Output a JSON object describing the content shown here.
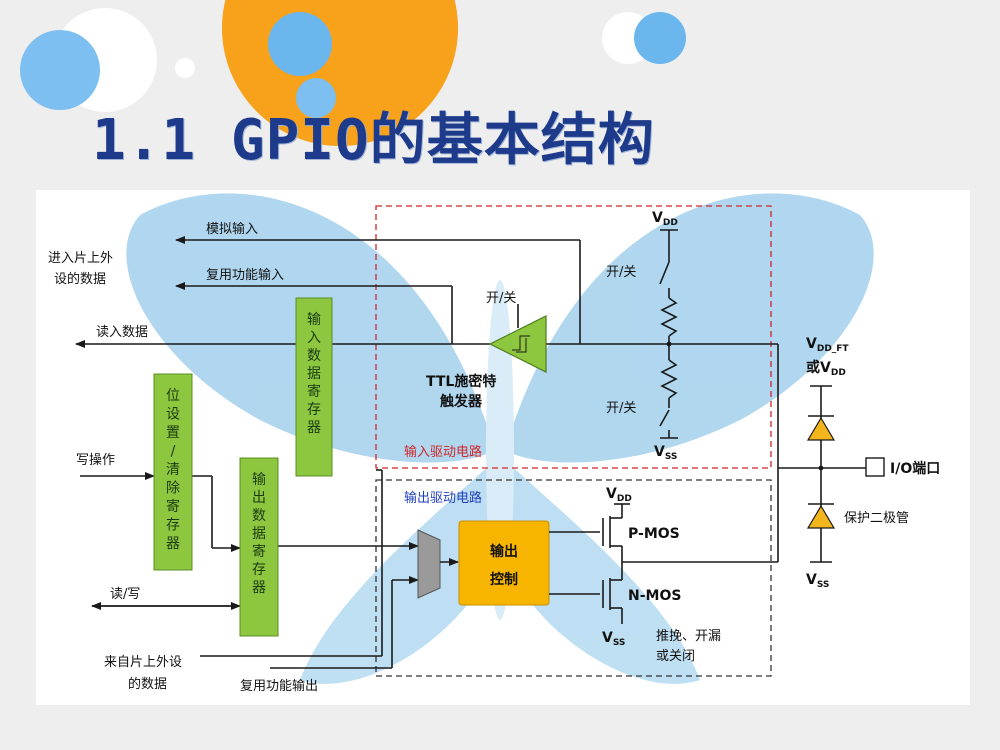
{
  "slide": {
    "title": "1.1 GPIO的基本结构"
  },
  "diagram": {
    "labels": {
      "analog_input": "模拟输入",
      "to_peripheral_1": "进入片上外",
      "to_peripheral_2": "设的数据",
      "alt_function_input": "复用功能输入",
      "read_data": "读入数据",
      "write_op": "写操作",
      "read_write": "读/写",
      "from_peripheral_1": "来自片上外设",
      "from_peripheral_2": "的数据",
      "alt_function_output": "复用功能输出",
      "onoff_schmitt": "开/关",
      "schmitt_1": "TTL施密特",
      "schmitt_2": "触发器",
      "onoff_pullup": "开/关",
      "onoff_pulldown": "开/关",
      "input_driver": "输入驱动电路",
      "output_driver": "输出驱动电路",
      "pmos": "P-MOS",
      "nmos": "N-MOS",
      "mode_1": "推挽、开漏",
      "mode_2": "或关闭",
      "io_port": "I/O端口",
      "protect_diode": "保护二极管",
      "vdd_ft_or": "或",
      "output_control_1": "输出",
      "output_control_2": "控制"
    },
    "registers": {
      "input_data_register": "输入数据寄存器",
      "bit_set_reset_register": "位设置/清除寄存器",
      "output_data_register": "输出数据寄存器"
    },
    "supplies": {
      "v": "V",
      "dd": "DD",
      "ss": "SS",
      "dd_ft": "DD_FT"
    },
    "colors": {
      "register_fill": "#8dc63f",
      "control_fill": "#f7b500",
      "red_dashed": "#d0262a",
      "blue_text": "#1f3fbf",
      "diode_fill": "#f2b61c",
      "mux_fill": "#9a9a9a",
      "butterfly": "#a9d3ee"
    }
  }
}
